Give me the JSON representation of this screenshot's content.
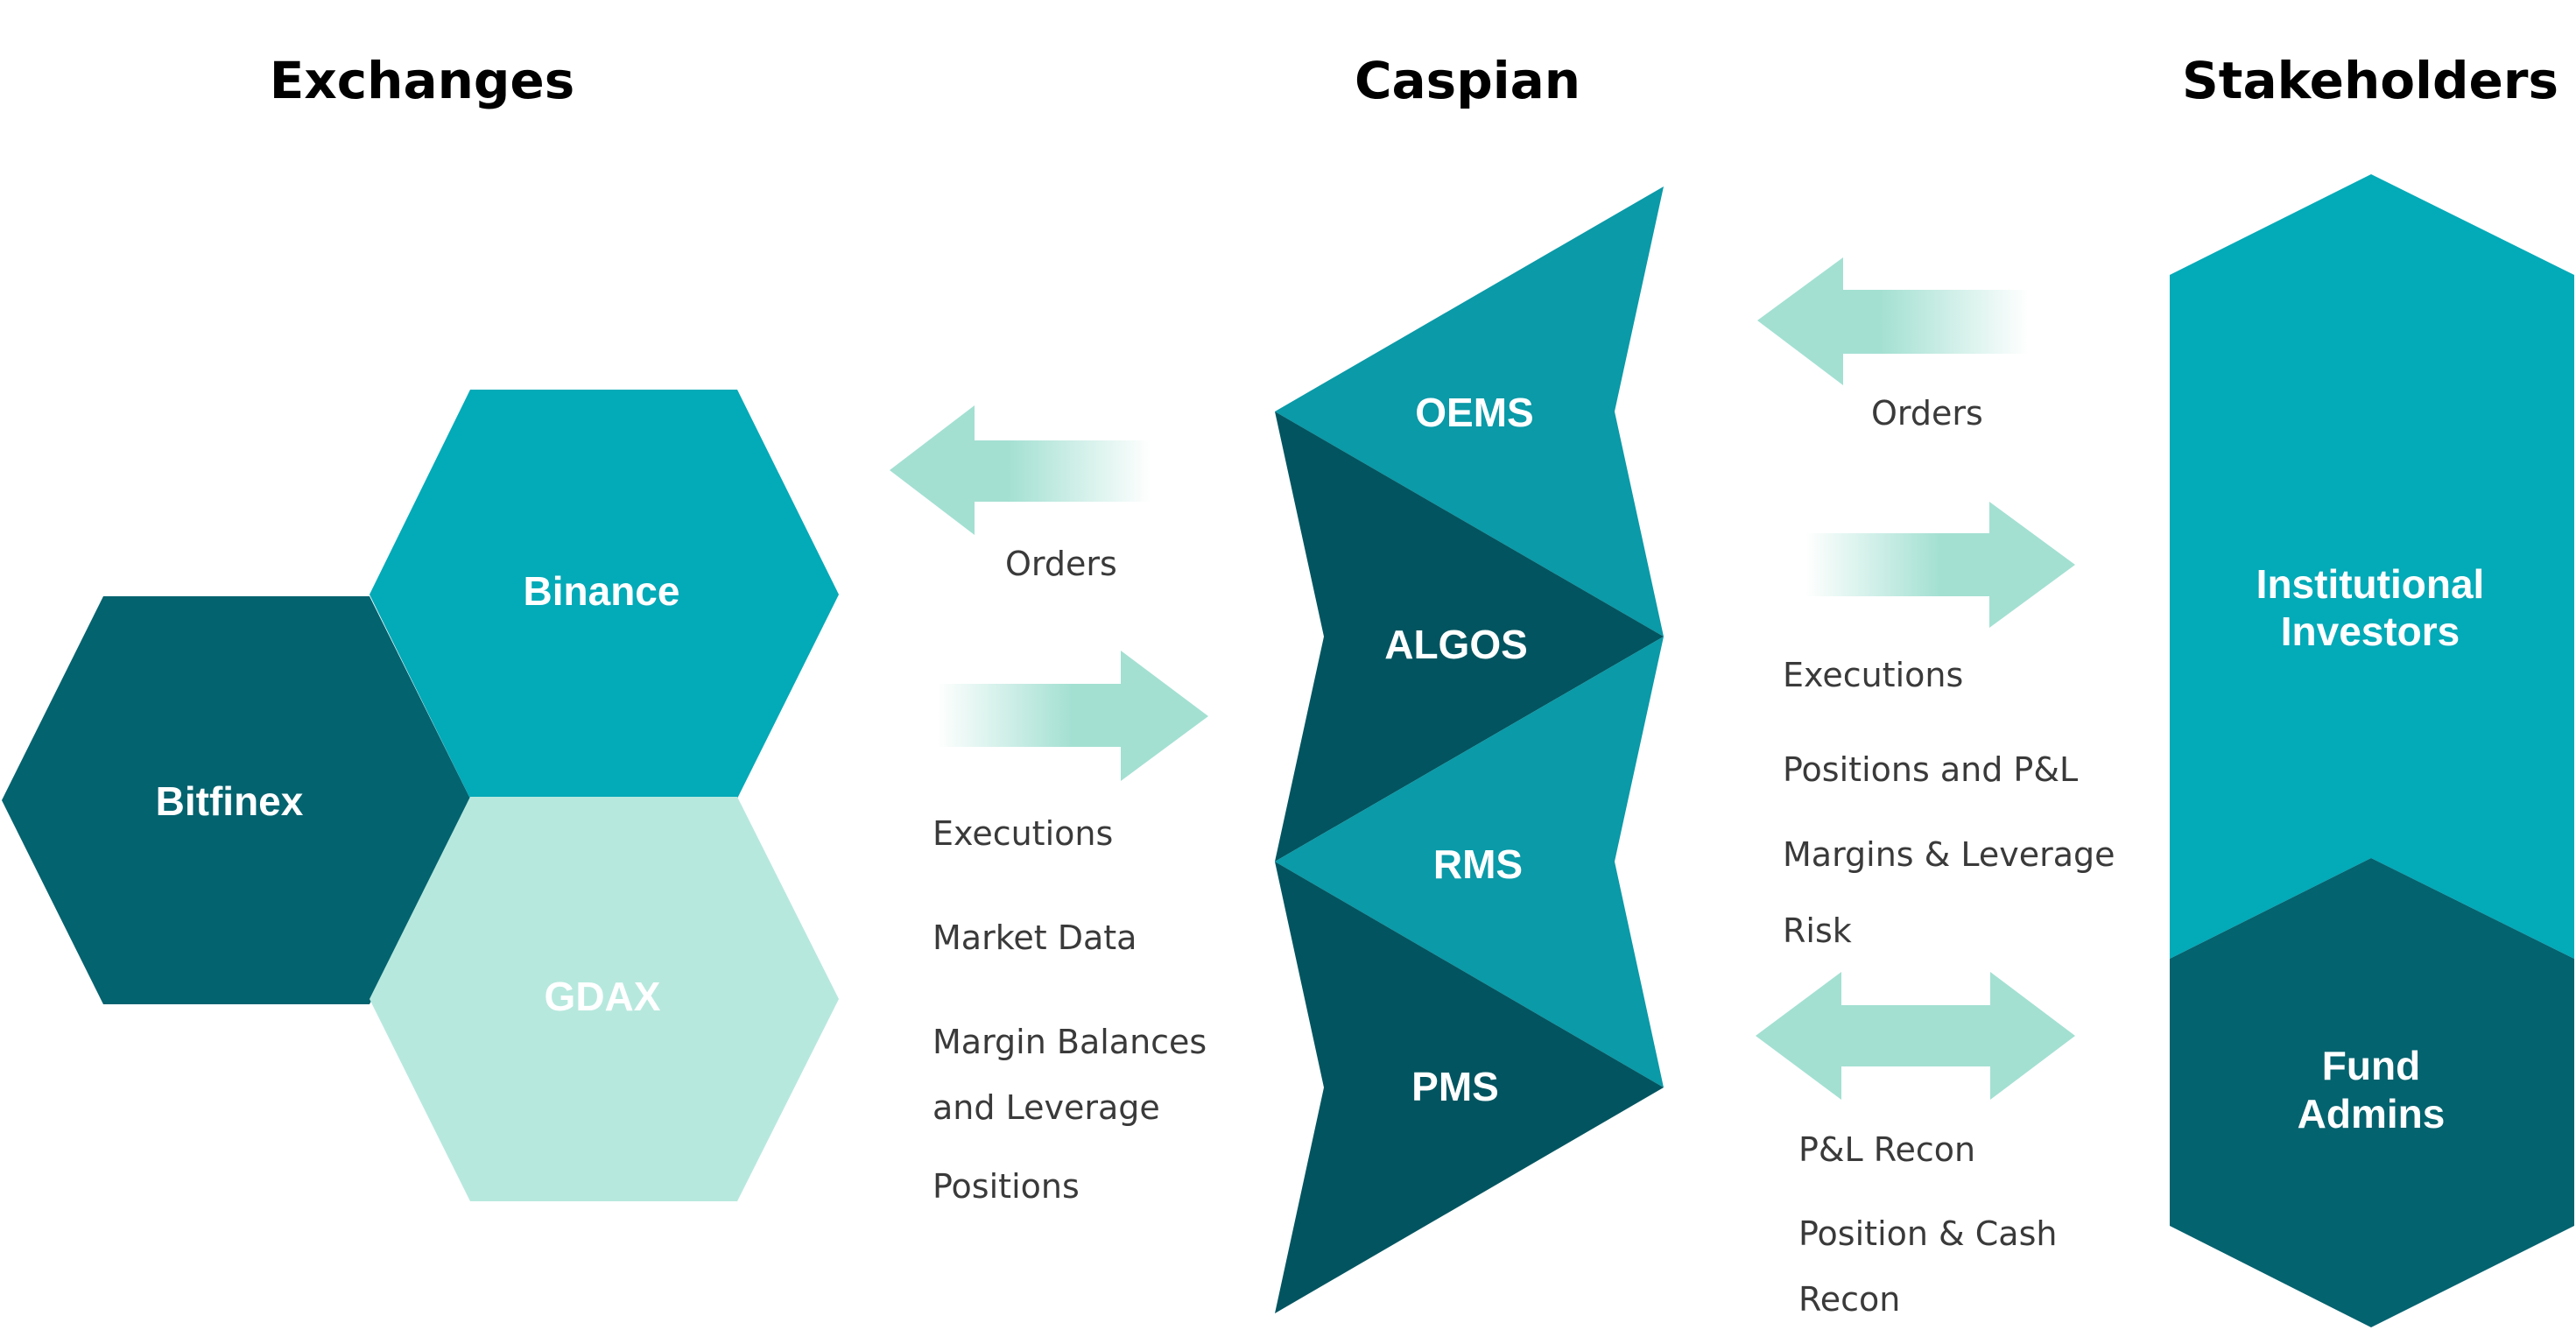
{
  "headings": {
    "exchanges": "Exchanges",
    "caspian": "Caspian",
    "stakeholders": "Stakeholders"
  },
  "exchanges": {
    "bitfinex": "Bitfinex",
    "binance": "Binance",
    "gdax": "GDAX"
  },
  "caspian_modules": {
    "oems": "OEMS",
    "algos": "ALGOS",
    "rms": "RMS",
    "pms": "PMS"
  },
  "stakeholders": {
    "institutional_investors": [
      "Institutional",
      "Investors"
    ],
    "fund_admins": [
      "Fund",
      "Admins"
    ]
  },
  "left_flows": {
    "to_exchanges": "Orders",
    "from_exchanges": [
      "Executions",
      "Market Data",
      "Margin Balances",
      "and Leverage",
      "Positions"
    ]
  },
  "right_flows": {
    "from_stakeholders": "Orders",
    "to_stakeholders": [
      "Executions",
      "Positions and P&L",
      "Margins & Leverage",
      "Risk"
    ],
    "reconciliation": [
      "P&L Recon",
      "Position & Cash",
      "Recon"
    ]
  },
  "colors": {
    "teal": "#03aab8",
    "dark_teal": "#03636f",
    "light_teal": "#b7e8de",
    "caspian_teal": "#0a9aa8",
    "caspian_dark": "#025560",
    "arrow": "#a3e0d2"
  },
  "icons": {
    "arrow_left": "arrow-left",
    "arrow_right": "arrow-right",
    "arrow_both": "arrow-left-right"
  }
}
